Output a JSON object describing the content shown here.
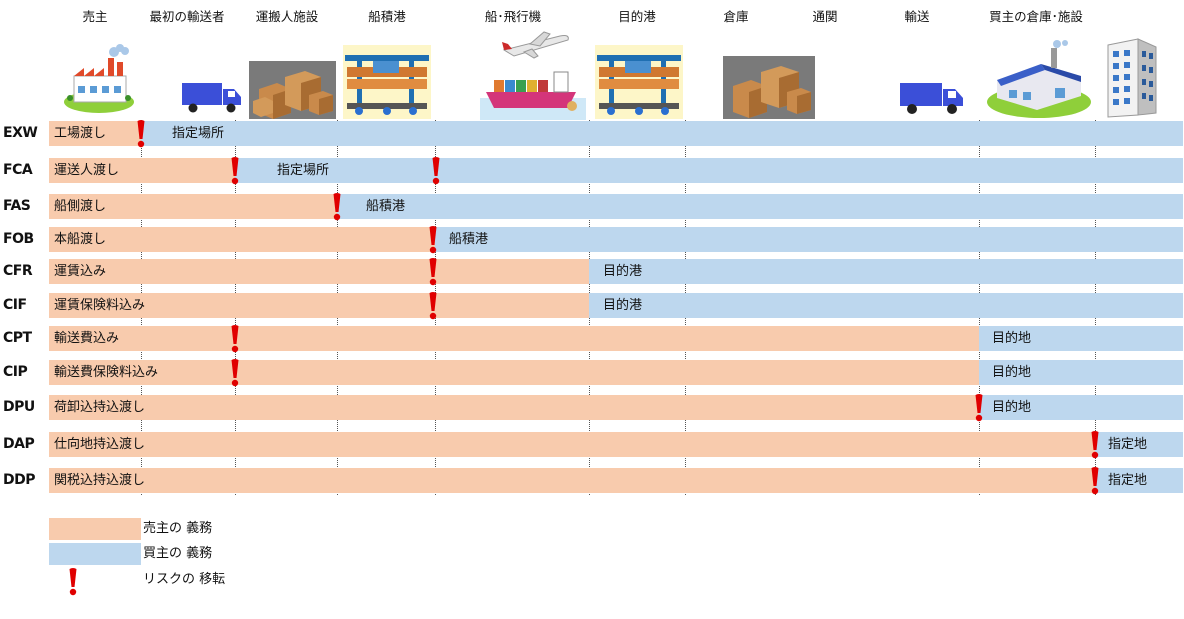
{
  "stages": [
    "売主",
    "最初の輸送者",
    "運搬人施設",
    "船積港",
    "船･飛行機",
    "目的港",
    "倉庫",
    "通関",
    "輸送",
    "買主の倉庫･施設"
  ],
  "terms": [
    {
      "code": "EXW",
      "seller_label": "工場渡し",
      "buyer_label": "指定場所"
    },
    {
      "code": "FCA",
      "seller_label": "運送人渡し",
      "buyer_label": "指定場所"
    },
    {
      "code": "FAS",
      "seller_label": "船側渡し",
      "buyer_label": "船積港"
    },
    {
      "code": "FOB",
      "seller_label": "本船渡し",
      "buyer_label": "船積港"
    },
    {
      "code": "CFR",
      "seller_label": "運賃込み",
      "buyer_label": "目的港"
    },
    {
      "code": "CIF",
      "seller_label": "運賃保険料込み",
      "buyer_label": "目的港"
    },
    {
      "code": "CPT",
      "seller_label": "輸送費込み",
      "buyer_label": "目的地"
    },
    {
      "code": "CIP",
      "seller_label": "輸送費保険料込み",
      "buyer_label": "目的地"
    },
    {
      "code": "DPU",
      "seller_label": "荷卸込持込渡し",
      "buyer_label": "目的地"
    },
    {
      "code": "DAP",
      "seller_label": "仕向地持込渡し",
      "buyer_label": "指定地"
    },
    {
      "code": "DDP",
      "seller_label": "関税込持込渡し",
      "buyer_label": "指定地"
    }
  ],
  "legend": {
    "seller": "売主の 義務",
    "buyer": "買主の 義務",
    "risk": "リスクの 移転"
  },
  "colors": {
    "seller": "#f8cbad",
    "buyer": "#bdd7ee",
    "risk": "#e00000"
  },
  "icons": [
    "factory-icon",
    "truck-icon",
    "boxes-icon",
    "port-crane-icon",
    "airplane-icon",
    "ship-icon",
    "port-crane-icon",
    "boxes-icon",
    "truck-icon",
    "warehouse-icon",
    "building-icon"
  ]
}
